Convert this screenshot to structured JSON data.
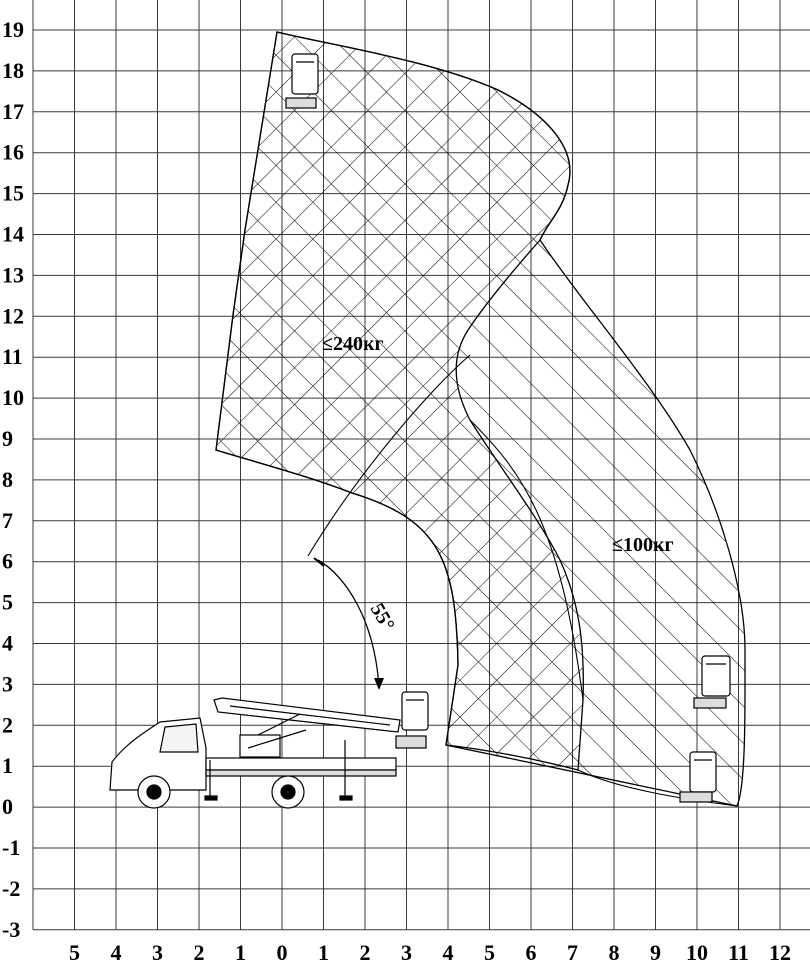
{
  "x_axis": {
    "tick_labels": [
      "5",
      "4",
      "3",
      "2",
      "1",
      "0",
      "1",
      "2",
      "3",
      "4",
      "5",
      "6",
      "7",
      "8",
      "9",
      "10",
      "11",
      "12"
    ]
  },
  "y_axis": {
    "tick_labels": [
      "19",
      "18",
      "17",
      "16",
      "15",
      "14",
      "13",
      "12",
      "11",
      "10",
      "9",
      "8",
      "7",
      "6",
      "5",
      "4",
      "3",
      "2",
      "1",
      "0",
      "-1",
      "-2",
      "-3"
    ]
  },
  "zones": [
    {
      "label": "≤240кг",
      "load_limit": "≤240кг"
    },
    {
      "label": "≤100кг",
      "load_limit": "≤100кг"
    }
  ],
  "angle": {
    "label": "55°"
  },
  "colors": {
    "line": "#000000",
    "grid": "#3a3a3a",
    "background": "#ffffff"
  },
  "icons": [
    "truck-icon",
    "basket-icon"
  ]
}
